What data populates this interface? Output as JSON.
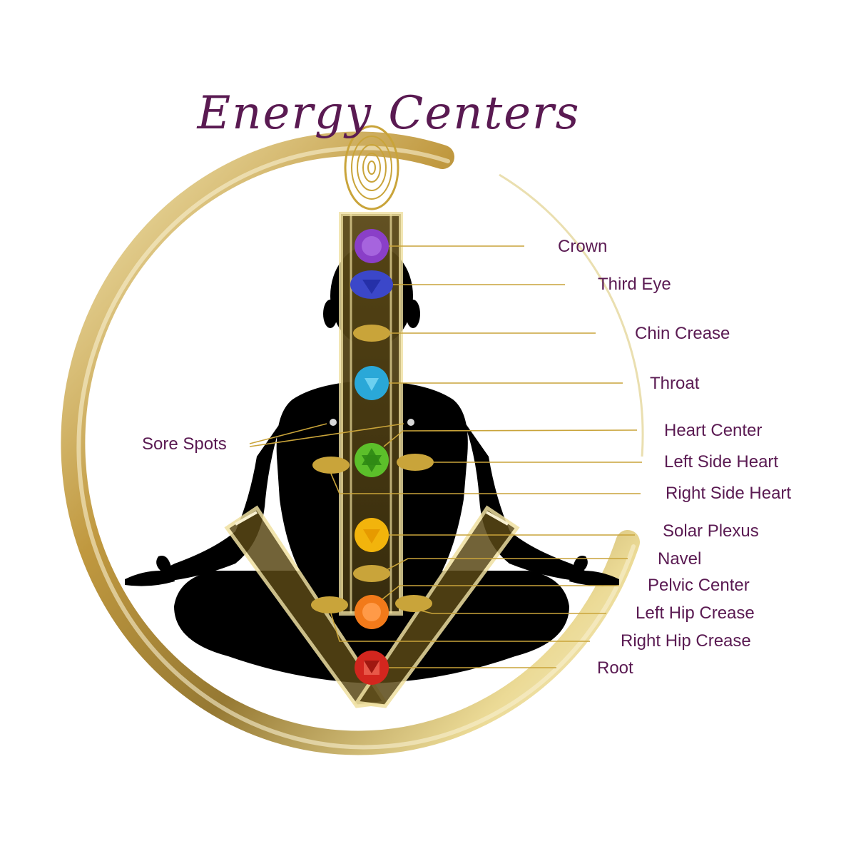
{
  "title": "Energy Centers",
  "colors": {
    "text": "#5a1a52",
    "gold": "#c9a43a",
    "gold_light": "#efe0a0",
    "gold_dark": "#8a6a1c",
    "body": "#000000",
    "channel": "#4a3a12"
  },
  "labels": {
    "crown": "Crown",
    "third_eye": "Third Eye",
    "chin_crease": "Chin Crease",
    "throat": "Throat",
    "heart_center": "Heart Center",
    "left_side_heart": "Left Side Heart",
    "right_side_heart": "Right Side Heart",
    "solar_plexus": "Solar Plexus",
    "navel": "Navel",
    "pelvic_center": "Pelvic Center",
    "left_hip_crease": "Left Hip Crease",
    "right_hip_crease": "Right Hip Crease",
    "root": "Root",
    "sore_spots": "Sore Spots"
  },
  "chakra_colors": {
    "crown": "#8a3fc8",
    "third_eye": "#3b47c9",
    "throat": "#2aa8d8",
    "heart": "#5cbf2a",
    "solar_plexus": "#f2b40c",
    "sacral": "#f27a1a",
    "root": "#d3261e"
  }
}
